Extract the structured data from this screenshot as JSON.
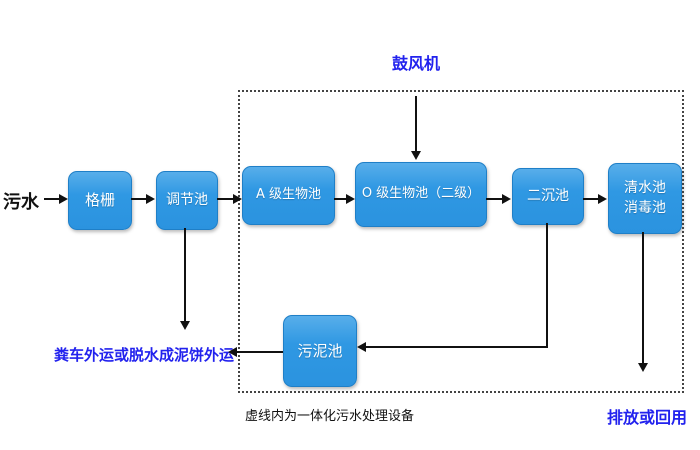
{
  "diagram": {
    "title_hint": "integrated-wastewater-treatment-flowchart",
    "source_label": "污水",
    "blower_label": "鼓风机",
    "boxes": {
      "grid": "格栅",
      "regulating_tank": "调节池",
      "bio_a": "A 级生物池",
      "bio_o": "O 级生物池（二级）",
      "secondary_sedimentation": "二沉池",
      "clear_water_line1": "清水池",
      "clear_water_line2": "消毒池",
      "sludge_tank": "污泥池"
    },
    "labels": {
      "sludge_out": "粪车外运或脱水成泥饼外运",
      "dashed_caption": "虚线内为一体化污水处理设备",
      "discharge": "排放或回用"
    },
    "colors": {
      "box_fill": "#2e9ae4",
      "box_border": "#1f7fc7",
      "box_text": "#ffffff",
      "blue_text": "#2222ee",
      "black_text": "#111111",
      "arrow": "#111111",
      "dashed_border": "#444444",
      "background": "#ffffff"
    }
  }
}
